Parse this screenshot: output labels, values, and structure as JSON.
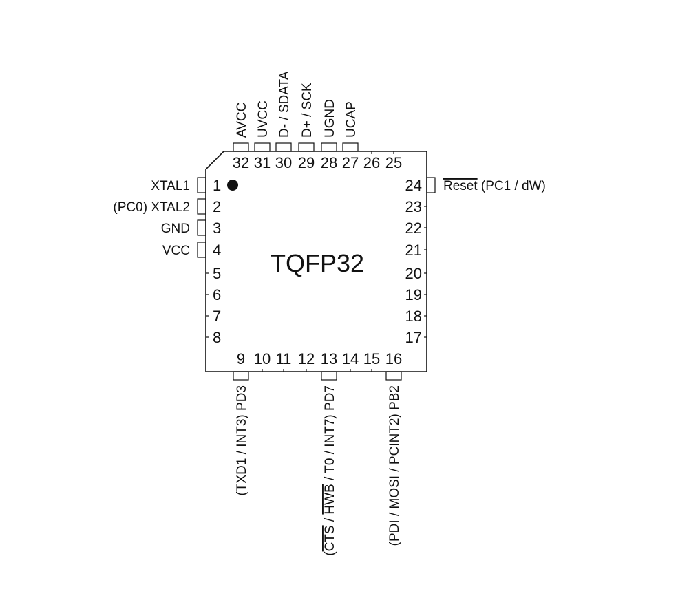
{
  "package": {
    "name": "TQFP32",
    "pin1_marker": "filled-dot"
  },
  "colors": {
    "ink": "#111111",
    "background": "#ffffff"
  },
  "pins": {
    "left": [
      {
        "num": "1",
        "label": "XTAL1"
      },
      {
        "num": "2",
        "label": "(PC0) XTAL2"
      },
      {
        "num": "3",
        "label": "GND"
      },
      {
        "num": "4",
        "label": "VCC"
      },
      {
        "num": "5",
        "label": ""
      },
      {
        "num": "6",
        "label": ""
      },
      {
        "num": "7",
        "label": ""
      },
      {
        "num": "8",
        "label": ""
      }
    ],
    "bottom": [
      {
        "num": "9",
        "label": "(TXD1 / INT3) PD3"
      },
      {
        "num": "10",
        "label": ""
      },
      {
        "num": "11",
        "label": ""
      },
      {
        "num": "12",
        "label": ""
      },
      {
        "num": "13",
        "label": "(CTS / HWB / T0 / INT7) PD7",
        "overline": [
          "CTS",
          "HWB"
        ]
      },
      {
        "num": "14",
        "label": ""
      },
      {
        "num": "15",
        "label": ""
      },
      {
        "num": "16",
        "label": "(PDI / MOSI / PCINT2) PB2"
      }
    ],
    "right": [
      {
        "num": "17",
        "label": ""
      },
      {
        "num": "18",
        "label": ""
      },
      {
        "num": "19",
        "label": ""
      },
      {
        "num": "20",
        "label": ""
      },
      {
        "num": "21",
        "label": ""
      },
      {
        "num": "22",
        "label": ""
      },
      {
        "num": "23",
        "label": ""
      },
      {
        "num": "24",
        "label": "Reset (PC1 / dW)",
        "overline": [
          "Reset"
        ]
      }
    ],
    "top": [
      {
        "num": "25",
        "label": ""
      },
      {
        "num": "26",
        "label": ""
      },
      {
        "num": "27",
        "label": "UCAP"
      },
      {
        "num": "28",
        "label": "UGND"
      },
      {
        "num": "29",
        "label": "D+ / SCK"
      },
      {
        "num": "30",
        "label": "D- / SDATA"
      },
      {
        "num": "31",
        "label": "UVCC"
      },
      {
        "num": "32",
        "label": "AVCC"
      }
    ]
  }
}
